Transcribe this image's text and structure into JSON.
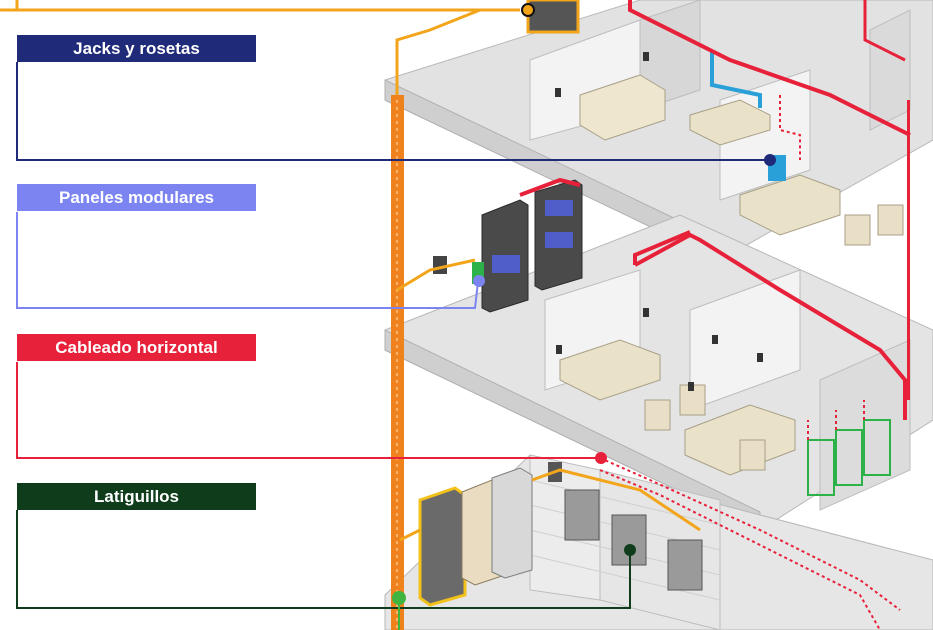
{
  "legend": {
    "items": [
      {
        "label": "Jacks y rosetas",
        "color": "#1f2a78"
      },
      {
        "label": "Paneles modulares",
        "color": "#7c84f2"
      },
      {
        "label": "Cableado horizontal",
        "color": "#e8213a"
      },
      {
        "label": "Latiguillos",
        "color": "#0f3d1c"
      }
    ]
  },
  "colors": {
    "backbone": "#f0821e",
    "top_cable": "#f2a51a",
    "floor": "#e4e4e4",
    "wall": "#f4f4f4",
    "wall_shade": "#c9c9c9",
    "cable_red": "#e8213a"
  }
}
